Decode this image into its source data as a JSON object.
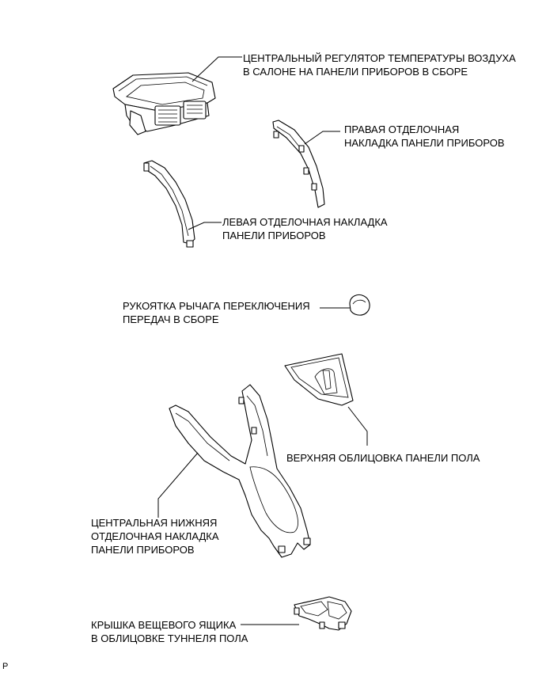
{
  "labels": {
    "climate_control": {
      "line1": "ЦЕНТРАЛЬНЫЙ РЕГУЛЯТОР ТЕМПЕРАТУРЫ ВОЗДУХА",
      "line2": "В САЛОНЕ НА ПАНЕЛИ ПРИБОРОВ В СБОРЕ"
    },
    "right_garnish": {
      "line1": "ПРАВАЯ ОТДЕЛОЧНАЯ",
      "line2": "НАКЛАДКА ПАНЕЛИ ПРИБОРОВ"
    },
    "left_garnish": {
      "line1": "ЛЕВАЯ ОТДЕЛОЧНАЯ НАКЛАДКА",
      "line2": "ПАНЕЛИ ПРИБОРОВ"
    },
    "shift_knob": {
      "line1": "РУКОЯТКА РЫЧАГА ПЕРЕКЛЮЧЕНИЯ",
      "line2": "ПЕРЕДАЧ В СБОРЕ"
    },
    "upper_console_panel": {
      "line1": "ВЕРХНЯЯ ОБЛИЦОВКА ПАНЕЛИ ПОЛА"
    },
    "center_lower_garnish": {
      "line1": "ЦЕНТРАЛЬНАЯ НИЖНЯЯ",
      "line2": "ОТДЕЛОЧНАЯ НАКЛАДКА",
      "line3": "ПАНЕЛИ ПРИБОРОВ"
    },
    "console_box_lid": {
      "line1": "КРЫШКА ВЕЩЕВОГО ЯЩИКА",
      "line2": "В ОБЛИЦОВКЕ ТУННЕЛЯ ПОЛА"
    }
  },
  "corner_mark": "P"
}
